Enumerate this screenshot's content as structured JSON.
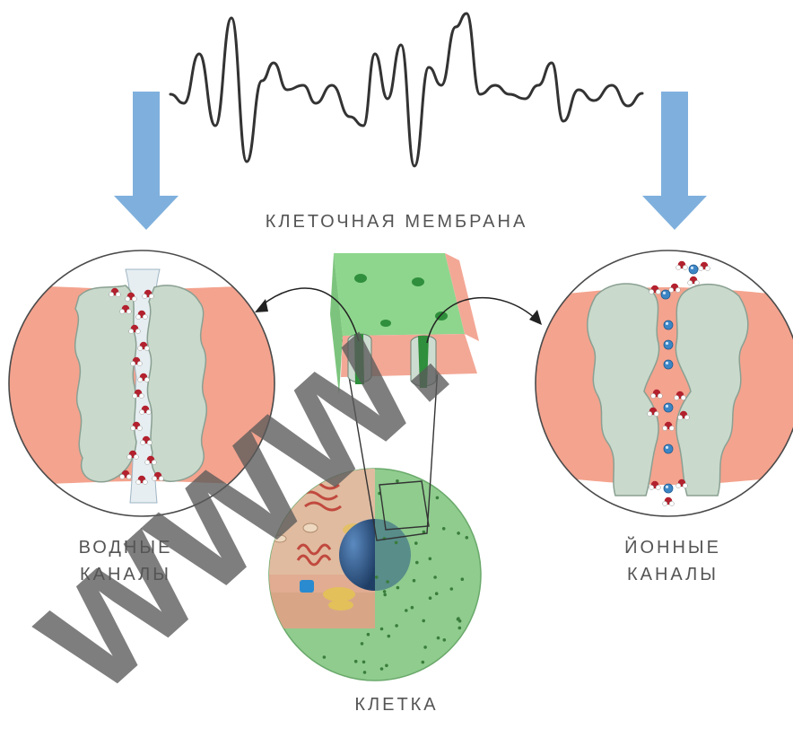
{
  "labels": {
    "membrane": "КЛЕТОЧНАЯ МЕМБРАНА",
    "water_channels_line1": "ВОДНЫЕ",
    "water_channels_line2": "КАНАЛЫ",
    "ion_channels_line1": "ЙОННЫЕ",
    "ion_channels_line2": "КАНАЛЫ",
    "cell": "КЛЕТКА"
  },
  "watermark_text": "www.",
  "colors": {
    "arrow": "#7fb0dd",
    "membrane_pink": "#f4a38e",
    "channel_protein": "#cddcd0",
    "cell_green": "#8fcc8e",
    "membrane_green": "#8ed68d",
    "nucleus": "#2f5d8a",
    "watermark": "#5a5a5a"
  },
  "icons": [
    "down-arrow-icon",
    "wave-icon",
    "water-molecule-icon",
    "ion-icon"
  ]
}
